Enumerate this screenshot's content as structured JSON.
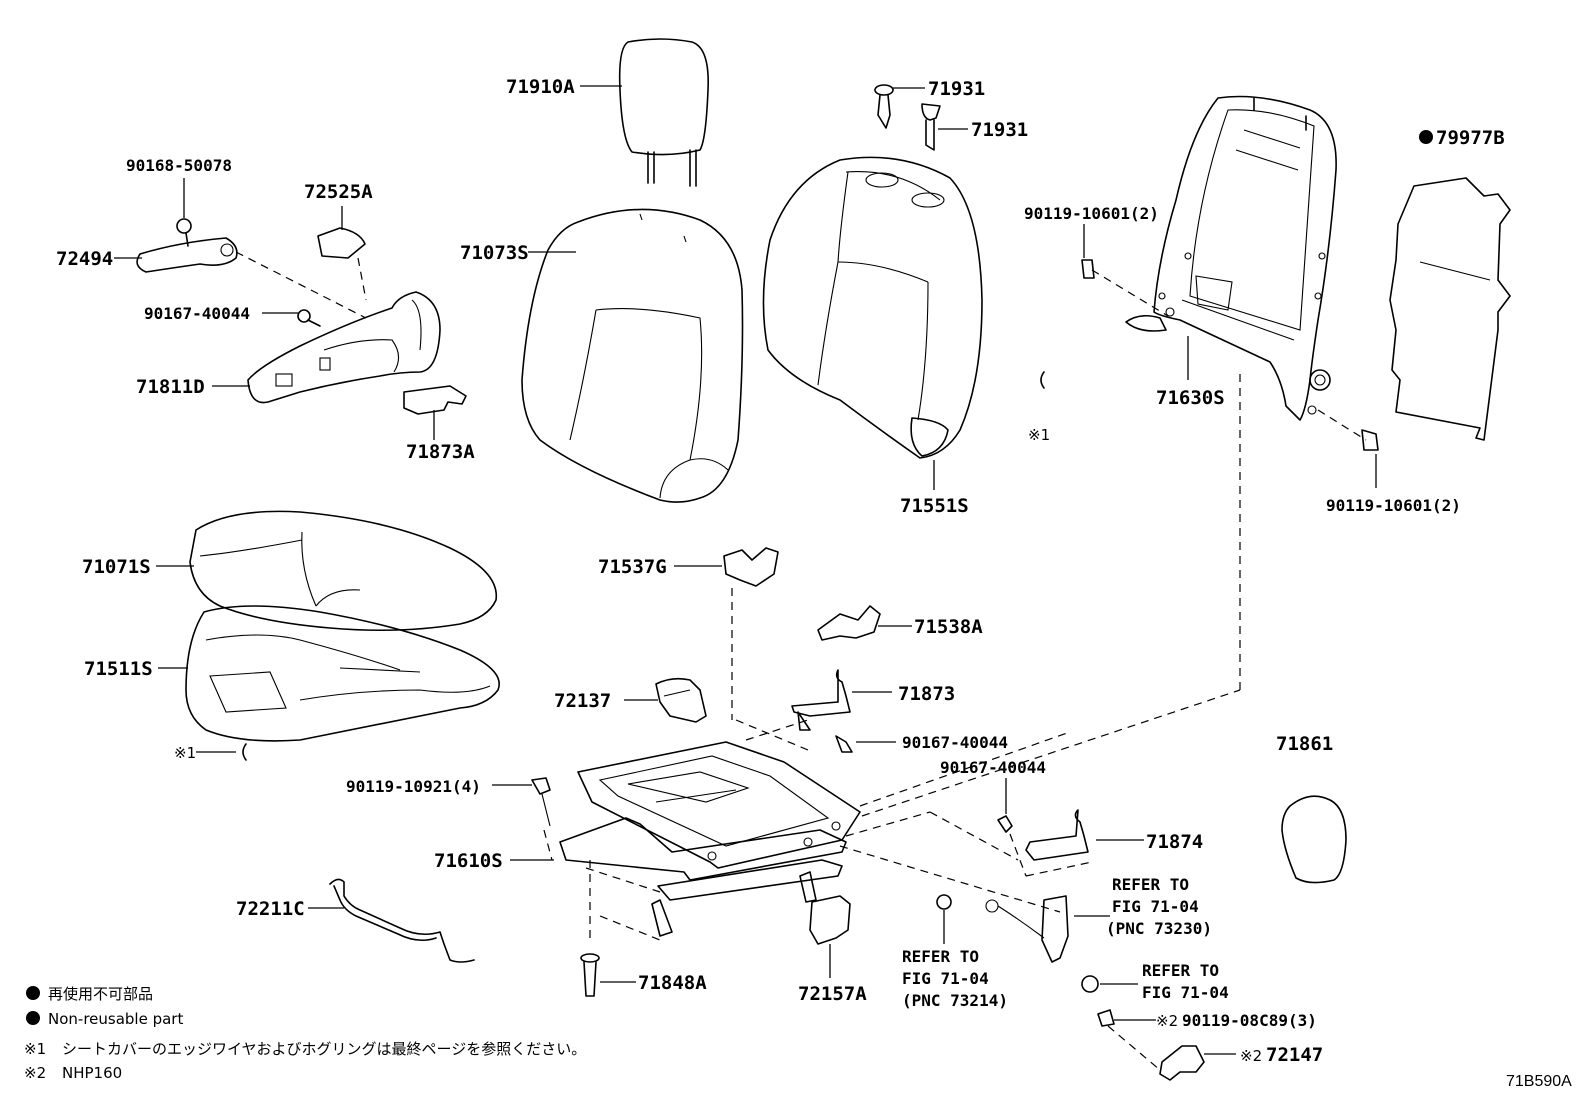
{
  "diagram_code": "71B590A",
  "parts": {
    "p71910A": "71910A",
    "p71931a": "71931",
    "p71931b": "71931",
    "p79977B": "79977B",
    "p90168": "90168-50078",
    "p72525A": "72525A",
    "p72494": "72494",
    "p90167_top": "90167-40044",
    "p71811D": "71811D",
    "p71873A": "71873A",
    "p71073S": "71073S",
    "p71551S": "71551S",
    "p90119_10601_top": "90119-10601(2)",
    "p71630S": "71630S",
    "p90119_10601_bot": "90119-10601(2)",
    "p71071S": "71071S",
    "p71511S": "71511S",
    "p71537G": "71537G",
    "p71538A": "71538A",
    "p72137": "72137",
    "p71873": "71873",
    "p90167_mid": "90167-40044",
    "p90167_right": "90167-40044",
    "p71861": "71861",
    "p90119_10921": "90119-10921(4)",
    "p71610S": "71610S",
    "p71874": "71874",
    "p72211C": "72211C",
    "p71848A": "71848A",
    "p72157A": "72157A",
    "p90119_08C89": "90119-08C89(3)",
    "p72147": "72147"
  },
  "marks": {
    "note1_mark": "※1",
    "note2_mark": "※2",
    "mark1_seat": "※1",
    "mark1_back": "※1",
    "mark2_bolt": "※2",
    "mark2_bracket": "※2"
  },
  "refs": {
    "ref_73230": [
      "REFER TO",
      "FIG 71-04",
      "(PNC 73230)"
    ],
    "ref_73214": [
      "REFER TO",
      "FIG 71-04",
      "(PNC 73214)"
    ],
    "ref_fig": [
      "REFER TO",
      "FIG 71-04"
    ]
  },
  "legend": {
    "nonreusable_ja": "再使用不可部品",
    "nonreusable_en": "Non-reusable part",
    "note1_text": "シートカバーのエッジワイヤおよびホグリングは最終ページを参照ください。",
    "note2_text": "NHP160"
  }
}
